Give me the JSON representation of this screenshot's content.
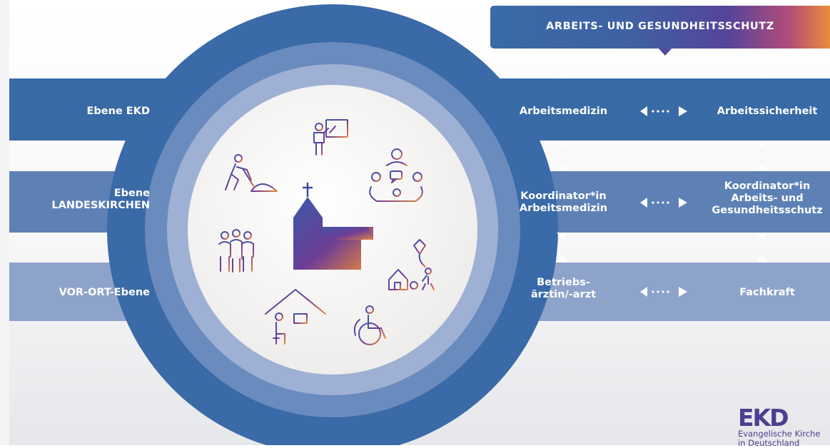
{
  "header": {
    "title": "ARBEITS- UND GESUNDHEITSSCHUTZ"
  },
  "levels": [
    {
      "id": "ekd",
      "lines": [
        "Ebene EKD"
      ]
    },
    {
      "id": "landeskirchen",
      "lines": [
        "Ebene",
        "LANDESKIRCHEN"
      ]
    },
    {
      "id": "vor-ort",
      "lines": [
        "VOR-ORT-Ebene"
      ]
    }
  ],
  "rows": [
    {
      "left": [
        "Arbeitsmedizin"
      ],
      "right": [
        "Arbeitssicherheit"
      ]
    },
    {
      "left": [
        "Koordinator*in",
        "Arbeitsmedizin"
      ],
      "right": [
        "Koordinator*in",
        "Arbeits- und",
        "Gesundheitsschutz"
      ]
    },
    {
      "left": [
        "Betriebs-",
        "ärztin/-arzt"
      ],
      "right": [
        "Fachkraft"
      ]
    }
  ],
  "icons": [
    "teacher-board-icon",
    "group-discussion-icon",
    "child-kite-house-icon",
    "wheelchair-icon",
    "home-office-icon",
    "family-icon",
    "gravedigger-icon",
    "church-icon"
  ],
  "logo": {
    "word": "EKD",
    "subtitle_lines": [
      "Evangelische Kirche",
      "in Deutschland"
    ]
  },
  "colors": {
    "band_ekd": "#386ba6",
    "band_landeskirchen": "#5d81b5",
    "band_vor_ort": "#8ea3c9",
    "ring_outer": "#3a6aa7",
    "ring_mid": "#6a8bbe",
    "ring_inner": "#9eb1d4",
    "icon_gradient": [
      "#3b5aa7",
      "#6c3d96",
      "#e8853a"
    ],
    "logo": "#4b3f8f"
  }
}
